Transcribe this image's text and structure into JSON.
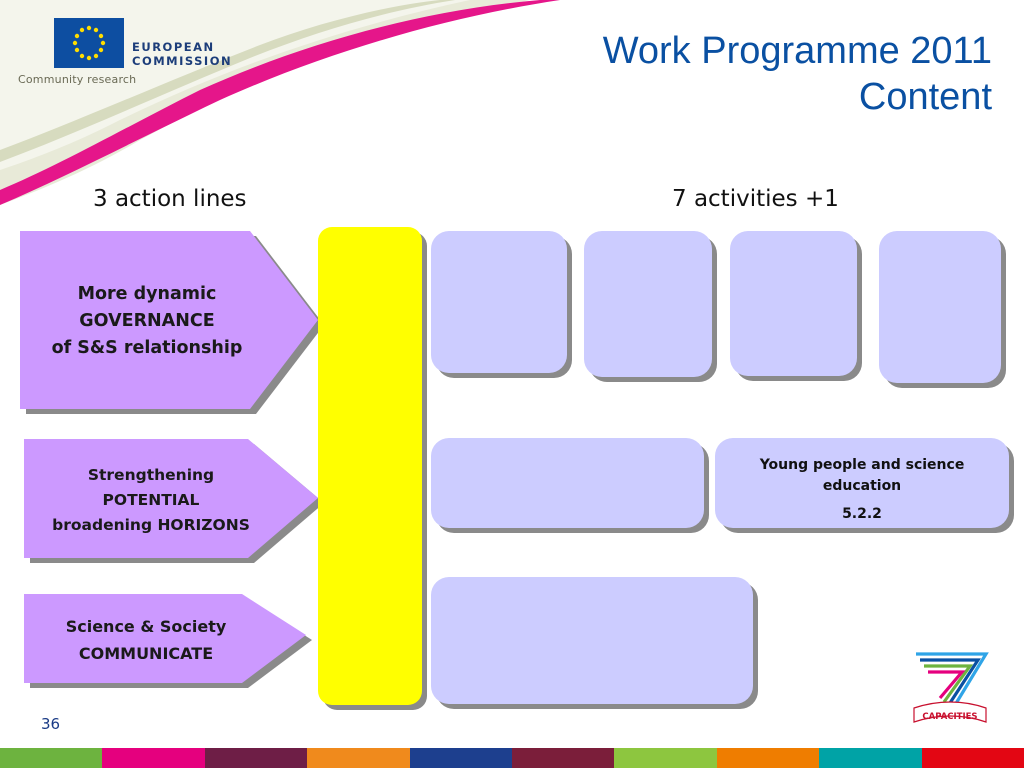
{
  "header": {
    "org_line1": "EUROPEAN",
    "org_line2": "COMMISSION",
    "subtitle": "Community research"
  },
  "title": {
    "line1": "Work Programme 2011",
    "line2": "Content"
  },
  "columns": {
    "left": "3 action lines",
    "right": "7 activities +1"
  },
  "action_lines": [
    {
      "line1": "More dynamic",
      "line2": "GOVERNANCE",
      "line3": "of S&S relationship"
    },
    {
      "line1": "Strengthening",
      "line2": "POTENTIAL",
      "line3": "broadening HORIZONS"
    },
    {
      "line1": "Science & Society",
      "line2": "COMMUNICATE"
    }
  ],
  "activity": {
    "label": "Young people and science education",
    "code": "5.2.2"
  },
  "footer": {
    "page_number": "36",
    "fp7_label": "CAPACITIES"
  },
  "colors": {
    "title": "#0a50a2",
    "arrow_fill": "#cc99ff",
    "activity_fill": "#ccccff",
    "bar_fill": "#ffff00",
    "eu_blue": "#0d4ea1",
    "stripe": [
      "#6db33f",
      "#e5007e",
      "#6e1e46",
      "#f08a1c",
      "#1d3f8e",
      "#7b1e3a",
      "#8dc63f",
      "#ef7d00",
      "#00a3a6",
      "#e30613"
    ]
  }
}
